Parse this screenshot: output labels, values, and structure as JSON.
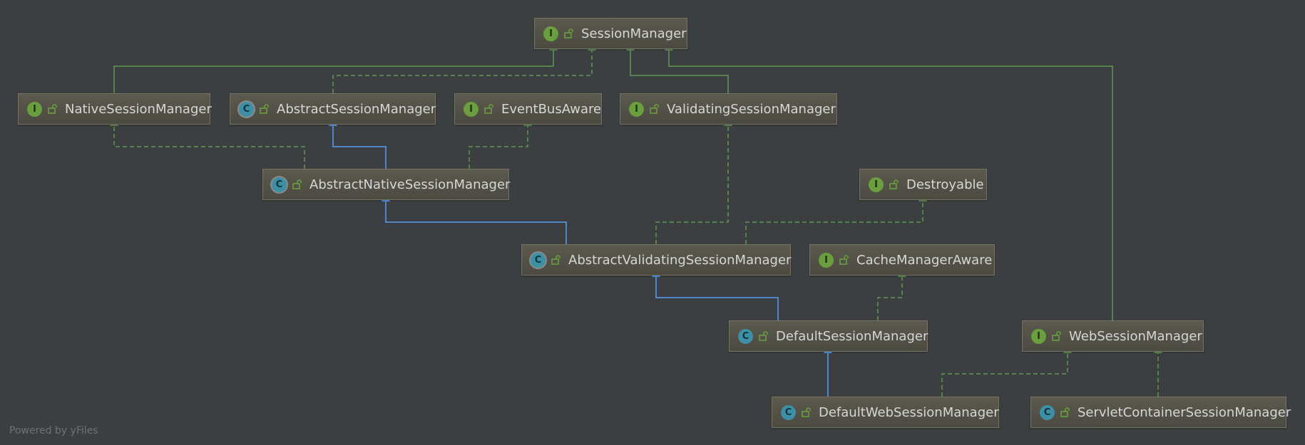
{
  "diagram": {
    "nodes": [
      {
        "id": "session-manager",
        "label": "SessionManager",
        "kind": "interface",
        "kind_letter": "I"
      },
      {
        "id": "native-session-manager",
        "label": "NativeSessionManager",
        "kind": "interface",
        "kind_letter": "I"
      },
      {
        "id": "abstract-session-manager",
        "label": "AbstractSessionManager",
        "kind": "abstract-class",
        "kind_letter": "C"
      },
      {
        "id": "event-bus-aware",
        "label": "EventBusAware",
        "kind": "interface",
        "kind_letter": "I"
      },
      {
        "id": "validating-session-manager",
        "label": "ValidatingSessionManager",
        "kind": "interface",
        "kind_letter": "I"
      },
      {
        "id": "abstract-native-session-manager",
        "label": "AbstractNativeSessionManager",
        "kind": "abstract-class",
        "kind_letter": "C"
      },
      {
        "id": "destroyable",
        "label": "Destroyable",
        "kind": "interface",
        "kind_letter": "I"
      },
      {
        "id": "abstract-validating-session-manager",
        "label": "AbstractValidatingSessionManager",
        "kind": "abstract-class",
        "kind_letter": "C"
      },
      {
        "id": "cache-manager-aware",
        "label": "CacheManagerAware",
        "kind": "interface",
        "kind_letter": "I"
      },
      {
        "id": "default-session-manager",
        "label": "DefaultSessionManager",
        "kind": "class",
        "kind_letter": "C"
      },
      {
        "id": "web-session-manager",
        "label": "WebSessionManager",
        "kind": "interface",
        "kind_letter": "I"
      },
      {
        "id": "default-web-session-manager",
        "label": "DefaultWebSessionManager",
        "kind": "class",
        "kind_letter": "C"
      },
      {
        "id": "servlet-container-session-manager",
        "label": "ServletContainerSessionManager",
        "kind": "class",
        "kind_letter": "C"
      }
    ],
    "edges": [
      {
        "from": "native-session-manager",
        "to": "session-manager",
        "relation": "extends-interface"
      },
      {
        "from": "abstract-session-manager",
        "to": "session-manager",
        "relation": "implements"
      },
      {
        "from": "validating-session-manager",
        "to": "session-manager",
        "relation": "extends-interface"
      },
      {
        "from": "web-session-manager",
        "to": "session-manager",
        "relation": "extends-interface"
      },
      {
        "from": "abstract-native-session-manager",
        "to": "native-session-manager",
        "relation": "implements"
      },
      {
        "from": "abstract-native-session-manager",
        "to": "abstract-session-manager",
        "relation": "extends-class"
      },
      {
        "from": "abstract-native-session-manager",
        "to": "event-bus-aware",
        "relation": "implements"
      },
      {
        "from": "abstract-validating-session-manager",
        "to": "abstract-native-session-manager",
        "relation": "extends-class"
      },
      {
        "from": "abstract-validating-session-manager",
        "to": "validating-session-manager",
        "relation": "implements"
      },
      {
        "from": "abstract-validating-session-manager",
        "to": "destroyable",
        "relation": "implements"
      },
      {
        "from": "default-session-manager",
        "to": "abstract-validating-session-manager",
        "relation": "extends-class"
      },
      {
        "from": "default-session-manager",
        "to": "cache-manager-aware",
        "relation": "implements"
      },
      {
        "from": "default-web-session-manager",
        "to": "default-session-manager",
        "relation": "extends-class"
      },
      {
        "from": "default-web-session-manager",
        "to": "web-session-manager",
        "relation": "implements"
      },
      {
        "from": "servlet-container-session-manager",
        "to": "web-session-manager",
        "relation": "implements"
      }
    ],
    "colors": {
      "background": "#3c3f41",
      "interface_edge": "#629755",
      "class_edge": "#589df6",
      "interface_badge": "#6a9e3e",
      "class_badge": "#3c8fa4"
    }
  },
  "footer": {
    "text": "Powered by yFiles"
  }
}
